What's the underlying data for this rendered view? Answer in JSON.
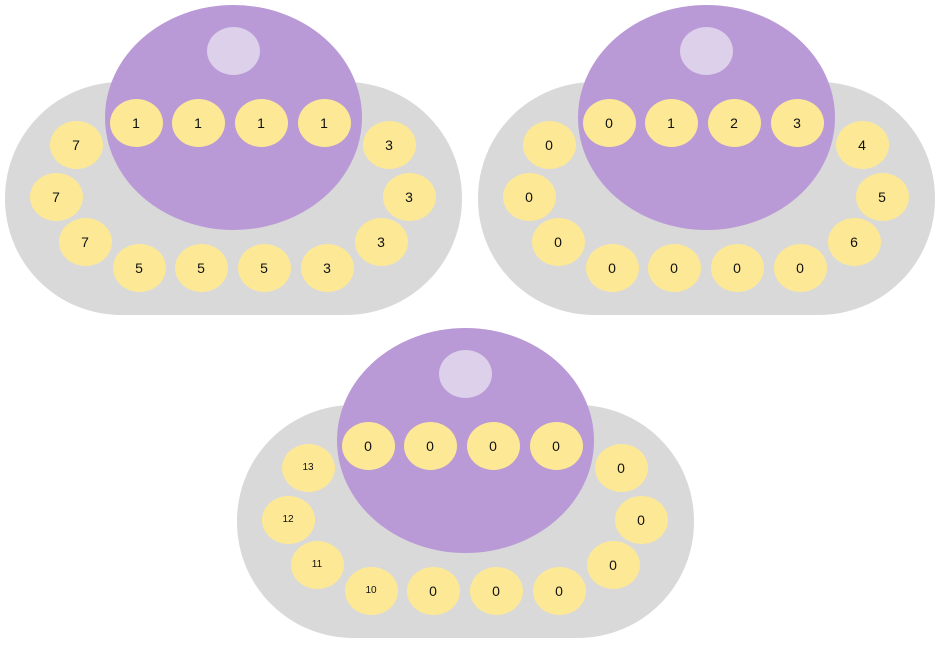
{
  "colors": {
    "tray": "#d9d9d9",
    "bowl": "#b99ad6",
    "knob": "#dcd0ea",
    "bead": "#fde995",
    "text": "#111111"
  },
  "boards": [
    {
      "inner": [
        "1",
        "1",
        "1",
        "1"
      ],
      "outer": [
        "7",
        "7",
        "7",
        "5",
        "5",
        "5",
        "3",
        "3",
        "3",
        "3"
      ]
    },
    {
      "inner": [
        "0",
        "1",
        "2",
        "3"
      ],
      "outer": [
        "0",
        "0",
        "0",
        "0",
        "0",
        "0",
        "0",
        "6",
        "5",
        "4"
      ]
    },
    {
      "inner": [
        "0",
        "0",
        "0",
        "0"
      ],
      "outer": [
        "13",
        "12",
        "11",
        "10",
        "0",
        "0",
        "0",
        "0",
        "0",
        "0"
      ]
    }
  ]
}
